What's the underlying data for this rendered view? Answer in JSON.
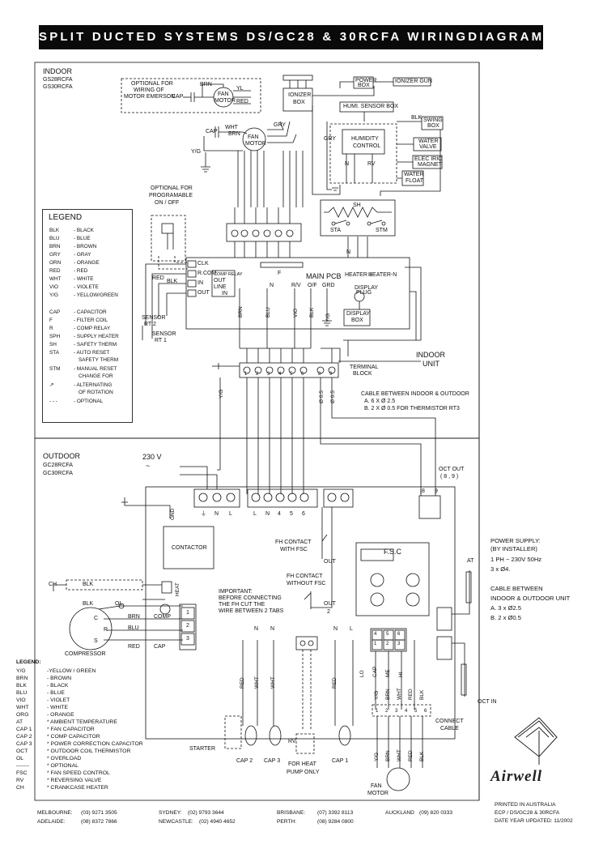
{
  "title": "SPLIT DUCTED SYSTEMS DS/GC28 & 30RCFA  WIRINGDIAGRAM",
  "indoor": {
    "heading": "INDOOR",
    "models": [
      "GS28RCFA",
      "GS30RCFA"
    ],
    "optional_emerson": [
      "OPTIONAL FOR",
      "WIRING OF",
      "MOTOR EMERSON"
    ],
    "fan_motor_label": [
      "FAN",
      "MOTOR"
    ],
    "cap": "CAP",
    "wire_codes": {
      "brn": "BRN",
      "wht": "WHT",
      "blu": "BLU",
      "blk": "BLK",
      "gry": "GRY",
      "yg": "Y/G",
      "red": "RED",
      "yl": "YL",
      "orn": "ORN",
      "vio": "VIO"
    },
    "ionizer_box": [
      "IONIZER",
      "BOX"
    ],
    "power_box": [
      "POWER",
      "BOX"
    ],
    "ionizer_gun": "IONIZER GUN",
    "humi_sensor_box": "HUMI. SENSOR BOX",
    "humidity_control": [
      "HUMIDITY",
      "CONTROL"
    ],
    "swing_box": [
      "SWING",
      "BOX"
    ],
    "water_valve": [
      "WATER",
      "VALVE"
    ],
    "elec_ic_magnet": [
      "ELEC IRIC",
      "MAGNET"
    ],
    "water_float": [
      "WATER",
      "FLOAT"
    ],
    "optional_programmable": [
      "OPTIONAL FOR",
      "PROGRAMABLE",
      "ON / OFF"
    ],
    "sh": "SH",
    "sta": "STA",
    "stm": "STM",
    "f": "F",
    "rv": "RV",
    "n": "N",
    "l": "L",
    "main_pcb": "MAIN PCB",
    "heater1": "HEATER 1",
    "heater_n": "HEATER-N",
    "pcb_pins": [
      "CLK",
      "R.COM",
      "IN",
      "OUT"
    ],
    "comp_relay": [
      "COMP RELAY",
      "OUT",
      "LINE",
      "IN"
    ],
    "pcb_terms": [
      "N",
      "R/V",
      "O/F",
      "GRD"
    ],
    "display_plug": [
      "DISPLAY",
      "PLUG"
    ],
    "display_box": [
      "DISPLAY",
      "BOX"
    ],
    "sensor_rt2": [
      "SENSOR",
      "RT 2"
    ],
    "sensor_rt1": [
      "SENSOR",
      "RT 1"
    ],
    "terminal_block": [
      "TERMINAL",
      "BLOCK"
    ],
    "terminal_numbers": [
      "1",
      "2",
      "3",
      "4",
      "5",
      "6",
      "8",
      "9"
    ],
    "indoor_unit": [
      "INDOOR",
      "UNIT"
    ],
    "cable_note": [
      "CABLE BETWEEN INDOOR & OUTDOOR",
      "A. 6 X Ø 2.5",
      "B. 2 X Ø 0.5 FOR THERMISTOR RT3"
    ],
    "phi05": "Ø 0.5"
  },
  "legend_indoor": {
    "heading": "LEGEND",
    "items": [
      [
        "BLK",
        "- BLACK"
      ],
      [
        "BLU",
        "- BLUE"
      ],
      [
        "BRN",
        "- BROWN"
      ],
      [
        "GRY",
        "- GRAY"
      ],
      [
        "ORN",
        "- ORANGE"
      ],
      [
        "RED",
        "- RED"
      ],
      [
        "WHT",
        "- WHITE"
      ],
      [
        "VIO",
        "- VIOLETE"
      ],
      [
        "Y/G",
        "- YELLOW/GREEN"
      ],
      [
        "CAP",
        "- CAPACITOR"
      ],
      [
        "F",
        "- FILTER COIL"
      ],
      [
        "R",
        "- COMP RELAY"
      ],
      [
        "SPH",
        "- SUPPLY HEATER"
      ],
      [
        "SH",
        "- SAFETY THERM"
      ],
      [
        "STA",
        "- AUTO RESET"
      ],
      [
        "",
        "SAFETY THERM"
      ],
      [
        "STM",
        "- MANUAL RESET"
      ],
      [
        "",
        "CHANGE FOR"
      ],
      [
        "↗",
        "- ALTERNATING"
      ],
      [
        "",
        "OF ROTATION"
      ],
      [
        "- - -",
        "- OPTIONAL"
      ]
    ]
  },
  "outdoor": {
    "heading": "OUTDOOR",
    "models": [
      "GC28RCFA",
      "GC30RCFA"
    ],
    "supply": "230 V",
    "tilde": "~",
    "gnd": "GND",
    "supply_terms": [
      "⏚",
      "N",
      "L"
    ],
    "link_terms": [
      "L",
      "N",
      "4",
      "5",
      "6"
    ],
    "contactor": "CONTACTOR",
    "fh_with": [
      "FH CONTACT",
      "WITH FSC"
    ],
    "fh_without": [
      "FH CONTACT",
      "WITHOUT FSC"
    ],
    "out": "OUT",
    "out2": "2",
    "important": [
      "IMPORTANT:",
      "BEFORE CONNECTING",
      "THE FH CUT THE",
      "WIRE BETWEEN 2 TABS"
    ],
    "fsc": "F.S.C",
    "ch": "CH",
    "heat": "HEAT",
    "blk": "BLK",
    "ol": "OL",
    "comp_terms": [
      "C",
      "R",
      "S"
    ],
    "compressor": "COMPRESSOR",
    "comp_wires": [
      "BRN",
      "BLU",
      "RED"
    ],
    "comp_caps": [
      "COMP",
      "CAP"
    ],
    "block_numbers": [
      "1",
      "2",
      "3"
    ],
    "n": "N",
    "l": "L",
    "starter": "STARTER",
    "cap2": "CAP 2",
    "cap3": "CAP 3",
    "cap1": "CAP 1",
    "rv": "RV",
    "for_heat_pump": [
      "FOR HEAT",
      "PUMP ONLY"
    ],
    "fan_motor": [
      "FAN",
      "MOTOR"
    ],
    "connect_cable": [
      "CONNECT",
      "CABLE"
    ],
    "conn_numbers": [
      "1",
      "2",
      "3",
      "4",
      "5",
      "6"
    ],
    "fan_plug": [
      "4",
      "5",
      "6",
      "1",
      "2",
      "3"
    ],
    "vert_wires": [
      "RED",
      "WHT",
      "WHT",
      "RED",
      "LO",
      "CAP",
      "ME",
      "HI"
    ],
    "lower_wires": [
      "Y/G",
      "BRN",
      "WHT",
      "RED",
      "BLK"
    ],
    "oct_out": [
      "OCT OUT",
      "( 8 , 9 )"
    ],
    "oct_in": "OCT IN",
    "at": "AT",
    "terms89": [
      "8",
      "9"
    ]
  },
  "legend_outdoor": {
    "heading": "LEGEND:",
    "items": [
      [
        "Y/G",
        "-YELLOW / GREEN"
      ],
      [
        "BRN",
        "- BROWN"
      ],
      [
        "BLK",
        "- BLACK"
      ],
      [
        "BLU",
        "- BLUE"
      ],
      [
        "VIO",
        "- VIOLET"
      ],
      [
        "WHT",
        "- WHITE"
      ],
      [
        "ORG",
        "- ORANGE"
      ],
      [
        "AT",
        "* AMBIENT TEMPERATURE"
      ],
      [
        "CAP 1",
        "* FAN CAPACITOR"
      ],
      [
        "CAP 2",
        "* COMP CAPACITOR"
      ],
      [
        "CAP 3",
        "* POWER CORRECTION CAPACITOR"
      ],
      [
        "OCT",
        "* OUTDOOR COIL THERMISTOR"
      ],
      [
        "OL",
        "* OVERLOAD"
      ],
      [
        "-------",
        "* OPTIONAL"
      ],
      [
        "FSC",
        "* FAN SPEED CONTROL"
      ],
      [
        "RV",
        "* REVERSING VALVE"
      ],
      [
        "CH",
        "* CRANKCASE HEATER"
      ]
    ]
  },
  "power_supply": [
    "POWER SUPPLY:",
    "(BY INSTALLER)",
    "1 PH ~ 230V  50Hz",
    "3 x Ø4."
  ],
  "cable_between": [
    "CABLE BETWEEN",
    "INDOOR & OUTDOOR UNIT",
    "A.  3 x Ø2.5",
    "B.  2 x Ø0.5"
  ],
  "brand": "Airwell",
  "printed": [
    "PRINTED IN AUSTRALIA",
    "ECP / DS/GC28 & 30RCFA",
    "DATE YEAR UPDATED: 11/2002"
  ],
  "offices": [
    [
      "MELBOURNE:",
      "(03) 9271 3505"
    ],
    [
      "SYDNEY:",
      "(02) 9793 3644"
    ],
    [
      "BRISBANE:",
      "(07) 3392 8113"
    ],
    [
      "AUCKLAND",
      "(09) 820 0333"
    ],
    [
      "ADELAIDE:",
      "(08) 8372 7866"
    ],
    [
      "NEWCASTLE:",
      "(02) 4940 4652"
    ],
    [
      "PERTH:",
      "(08) 9284 0800"
    ]
  ]
}
